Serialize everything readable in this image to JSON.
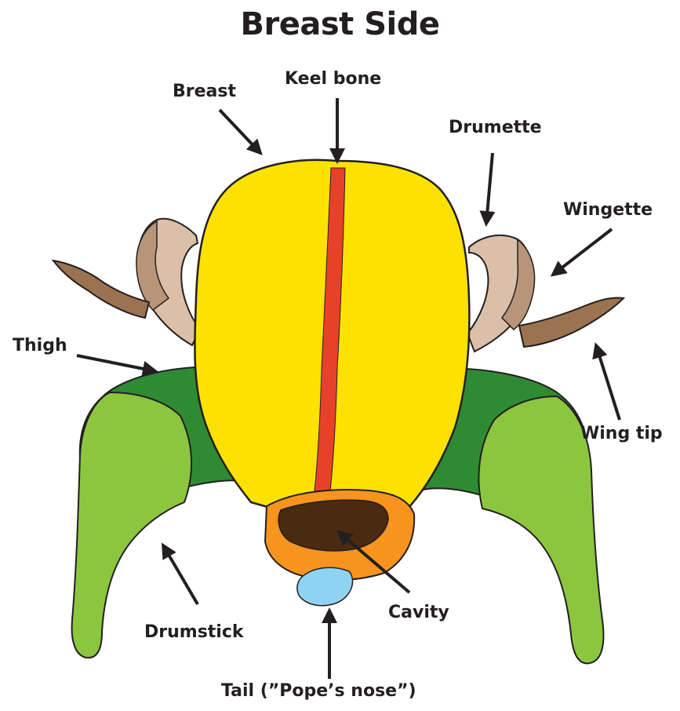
{
  "title": "Breast Side",
  "labels": {
    "breast": "Breast",
    "keel_bone": "Keel bone",
    "drumette": "Drumette",
    "wingette": "Wingette",
    "thigh": "Thigh",
    "wing_tip": "Wing tip",
    "drumstick": "Drumstick",
    "cavity": "Cavity",
    "tail": "Tail (”Pope’s nose”)"
  },
  "colors": {
    "breast": "#fde100",
    "keel_bone": "#e8412a",
    "thigh": "#2e8b34",
    "drumstick": "#8cc63f",
    "cavity": "#f7941d",
    "tail": "#8fd3f2",
    "drumette": "#dcbfa8",
    "wing": "#9b7350",
    "outline": "#231f20"
  }
}
